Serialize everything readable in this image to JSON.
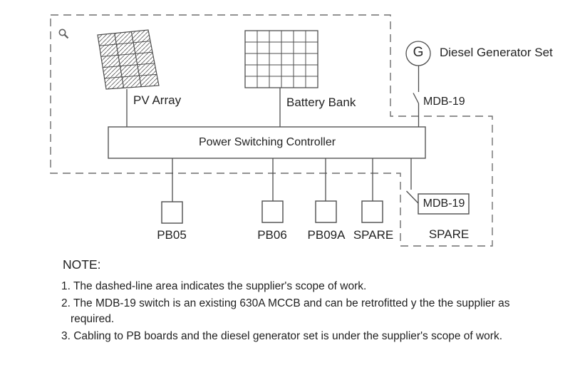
{
  "diagram": {
    "pv_array_label": "PV Array",
    "battery_bank_label": "Battery Bank",
    "generator_symbol": "G",
    "diesel_generator_label": "Diesel Generator Set",
    "mdb19_switch_label": "MDB-19",
    "controller_label": "Power Switching Controller",
    "feeders": [
      "PB05",
      "PB06",
      "PB09A",
      "SPARE"
    ],
    "mdb19_box_label": "MDB-19",
    "spare_branch_label": "SPARE",
    "icons": {
      "magnifier": "search-icon"
    }
  },
  "notes": {
    "heading": "NOTE:",
    "items": [
      "1. The dashed-line area indicates the supplier's scope of work.",
      "2. The MDB-19 switch is an existing 630A MCCB and can be retrofitted y the the supplier as\nrequired.",
      "3. Cabling to PB boards and the diesel generator set is under the supplier's scope of work."
    ]
  },
  "colors": {
    "line": "#4d4d4d",
    "dashed_line": "#6f6f6f",
    "text": "#1f1f1f",
    "background": "#ffffff"
  }
}
